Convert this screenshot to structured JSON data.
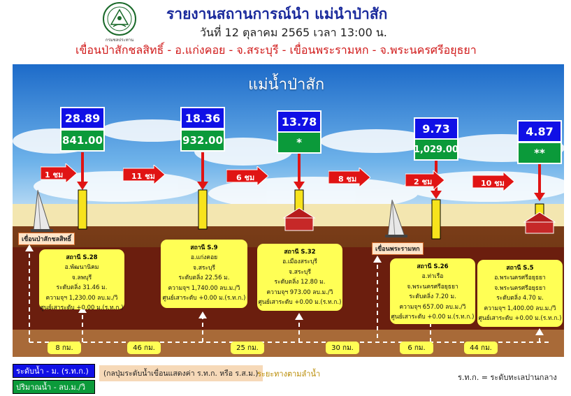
{
  "header": {
    "logo_caption": "กรมชลประทาน",
    "title": "รายงานสถานการณ์นํา แม่นําป่าสัก",
    "subtitle": "วันที่ 12 ตุลาคม 2565 เวลา 13:00 น.",
    "route": "เขื่อนป่าสักชลสิทธิ์ - อ.แก่งคอย - จ.สระบุรี - เขื่อนพระรามหก - จ.พระนครศรีอยุธยา"
  },
  "diagram": {
    "river_title": "แม่น้ำป่าสัก",
    "dams": [
      {
        "label": "เขื่อนป่าสักชลสิทธิ์"
      },
      {
        "label": "เขื่อนพระรามหก"
      }
    ],
    "stations": [
      {
        "level": "28.89",
        "flow": "841.00",
        "name": "สถานี S.28",
        "district": "อ.พัฒนานิคม",
        "province": "จ.ลพบุรี",
        "bank": "ระดับตลิ่ง 31.46 ม.",
        "capacity": "ความจุฯ 1,230.00 ลบ.ม./วิ",
        "datum": "ศูนย์เสาระดับ +0.00 ม.(ร.ท.ก.)"
      },
      {
        "level": "18.36",
        "flow": "932.00",
        "name": "สถานี S.9",
        "district": "อ.แก่งคอย",
        "province": "จ.สระบุรี",
        "bank": "ระดับตลิ่ง 22.56 ม.",
        "capacity": "ความจุฯ 1,740.00 ลบ.ม./วิ",
        "datum": "ศูนย์เสาระดับ +0.00 ม.(ร.ท.ก.)"
      },
      {
        "level": "13.78",
        "flow": "*",
        "name": "สถานี S.32",
        "district": "อ.เมืองสระบุรี",
        "province": "จ.สระบุรี",
        "bank": "ระดับตลิ่ง 12.80 ม.",
        "capacity": "ความจุฯ 973.00 ลบ.ม./วิ",
        "datum": "ศูนย์เสาระดับ +0.00 ม.(ร.ท.ก.)"
      },
      {
        "level": "9.73",
        "flow": "1,029.00",
        "name": "สถานี S.26",
        "district": "อ.ท่าเรือ",
        "province": "จ.พระนครศรีอยุธยา",
        "bank": "ระดับตลิ่ง 7.20 ม.",
        "capacity": "ความจุฯ 657.00 ลบ.ม./วิ",
        "datum": "ศูนย์เสาระดับ +0.00 ม.(ร.ท.ก.)"
      },
      {
        "level": "4.87",
        "flow": "**",
        "name": "สถานี S.5",
        "district": "อ.พระนครศรีอยุธยา",
        "province": "จ.พระนครศรีอยุธยา",
        "bank": "ระดับตลิ่ง 4.70 ม.",
        "capacity": "ความจุฯ 1,400.00 ลบ.ม./วิ",
        "datum": "ศูนย์เสาระดับ +0.00 ม.(ร.ท.ก.)"
      }
    ],
    "travel_times": [
      "1 ชม",
      "11 ชม",
      "6 ชม",
      "8 ชม",
      "2 ชม",
      "10 ชม"
    ],
    "distances": [
      "8 กม.",
      "46 กม.",
      "25 กม.",
      "30 กม.",
      "6 กม.",
      "44 กม."
    ]
  },
  "legend": {
    "water_level": "ระดับน้ำ - ม. (ร.ท.ก.)",
    "flow": "ปริมาณน้ำ - ลบ.ม./วิ",
    "note": "(กลปุ่มระดับน้ำเขื่อนแสดงค่า ร.ท.ก. หรือ ร.ส.ม.)",
    "flow_distance": "ระยะทางตามลำน้ำ",
    "abbreviation": "ร.ท.ก. = ระดับทะเลปานกลาง"
  },
  "colors": {
    "level_box": "#1010e6",
    "flow_box": "#0b9a3a",
    "info_box": "#ffff55",
    "arrow": "#e01414",
    "title": "#1a2a9c",
    "route": "#d01818"
  }
}
